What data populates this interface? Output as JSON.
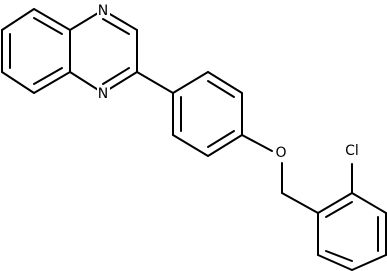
{
  "molecule": {
    "atoms": {
      "n1": "N",
      "n4": "N",
      "o": "O",
      "cl": "Cl"
    }
  }
}
